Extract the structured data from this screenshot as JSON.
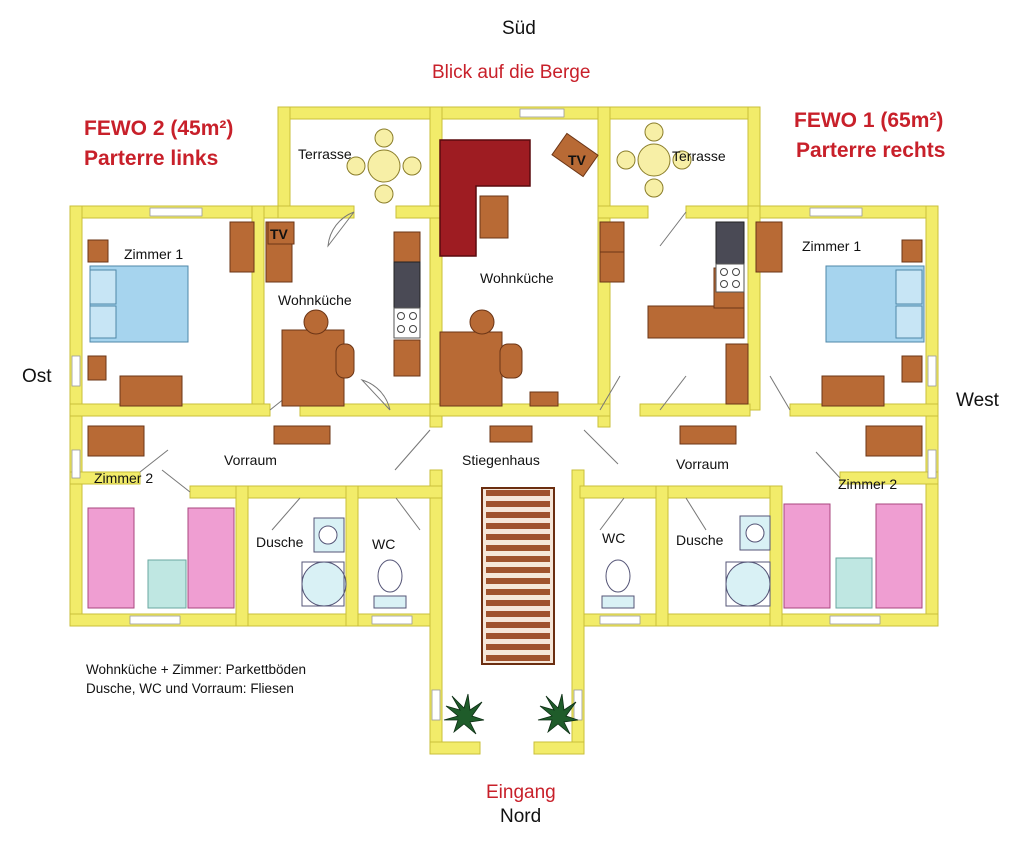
{
  "compass": {
    "south": "Süd",
    "north": "Nord",
    "east": "Ost",
    "west": "West"
  },
  "view": "Blick auf die Berge",
  "entrance": "Eingang",
  "apt2": {
    "title": "FEWO 2 (45m²)",
    "subtitle": "Parterre links"
  },
  "apt1": {
    "title": "FEWO 1 (65m²)",
    "subtitle": "Parterre rechts"
  },
  "rooms": {
    "terrace": "Terrasse",
    "room1": "Zimmer 1",
    "room2": "Zimmer 2",
    "kitchen_living": "Wohnküche",
    "hall": "Vorraum",
    "shower": "Dusche",
    "wc": "WC",
    "stairwell": "Stiegenhaus",
    "tv": "TV"
  },
  "legend": {
    "line1": "Wohnküche + Zimmer: Parkettböden",
    "line2": "Dusche, WC und Vorraum: Fliesen"
  },
  "colors": {
    "wall": "#f2ec6a",
    "wall_edge": "#c9bf3a",
    "furniture": "#b86a35",
    "sofa": "#9e1c22",
    "bed_blue": "#a6d4ee",
    "bed_pink": "#ef9ed2",
    "stairs": "#a0522d",
    "label_red": "#c8202a"
  }
}
